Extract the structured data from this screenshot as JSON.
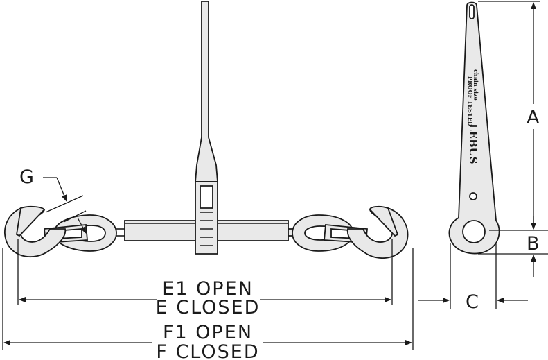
{
  "dimensions": {
    "g_label": "G",
    "e_open": "E1 OPEN",
    "e_closed": "E CLOSED",
    "f_open": "F1 OPEN",
    "f_closed": "F CLOSED",
    "a_label": "A",
    "b_label": "B",
    "c_label": "C"
  },
  "handle_stamp": {
    "brand": "LEBUS",
    "proof": "PROOF TESTED",
    "small": "chain size"
  }
}
